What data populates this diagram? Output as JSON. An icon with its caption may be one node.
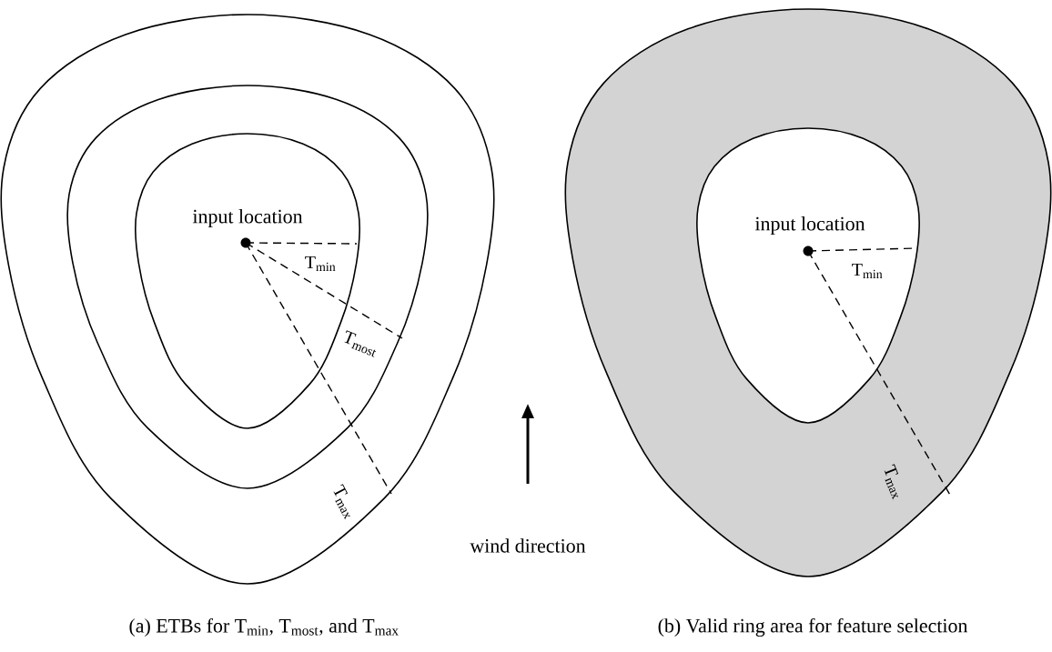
{
  "diagram": {
    "labels": [
      "input location",
      "T$_{min}$",
      "T$_{most}$",
      "T$_{max}$",
      "wind direction",
      "input location",
      "T$_{min}$",
      "T$_{max}$",
      "(a) ETBs for T$_{min}$, T$_{most}$, and T$_{max}$",
      "(b) Valid ring area for feature selection"
    ]
  }
}
